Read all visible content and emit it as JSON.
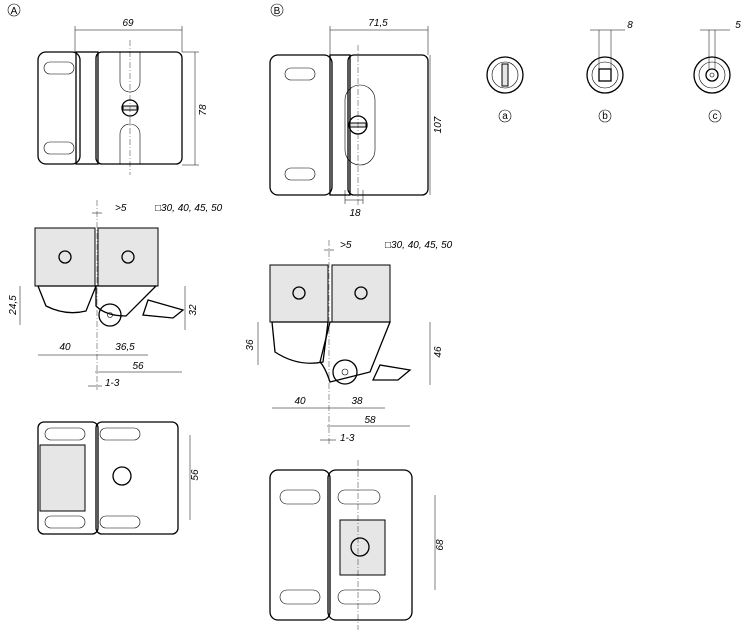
{
  "views": {
    "a": {
      "label": "A"
    },
    "b": {
      "label": "B"
    }
  },
  "dims_a": {
    "width_top": "69",
    "height_top": "78",
    "gap": ">5",
    "profile_sizes": "□30, 40, 45, 50",
    "h_left": "24,5",
    "h_right": "32",
    "w_left": "40",
    "w_mid": "36,5",
    "w_total": "56",
    "offset": "1-3",
    "height_bottom": "56"
  },
  "dims_b": {
    "width_top": "71,5",
    "height_top": "107",
    "key_width": "18",
    "gap": ">5",
    "profile_sizes": "□30, 40, 45, 50",
    "h_left": "36",
    "h_right": "46",
    "w_left": "40",
    "w_mid": "38",
    "w_total": "58",
    "offset": "1-3",
    "height_bottom": "68"
  },
  "lock_variants": [
    {
      "label": "a",
      "dim": ""
    },
    {
      "label": "b",
      "dim": "8"
    },
    {
      "label": "c",
      "dim": "5"
    }
  ]
}
